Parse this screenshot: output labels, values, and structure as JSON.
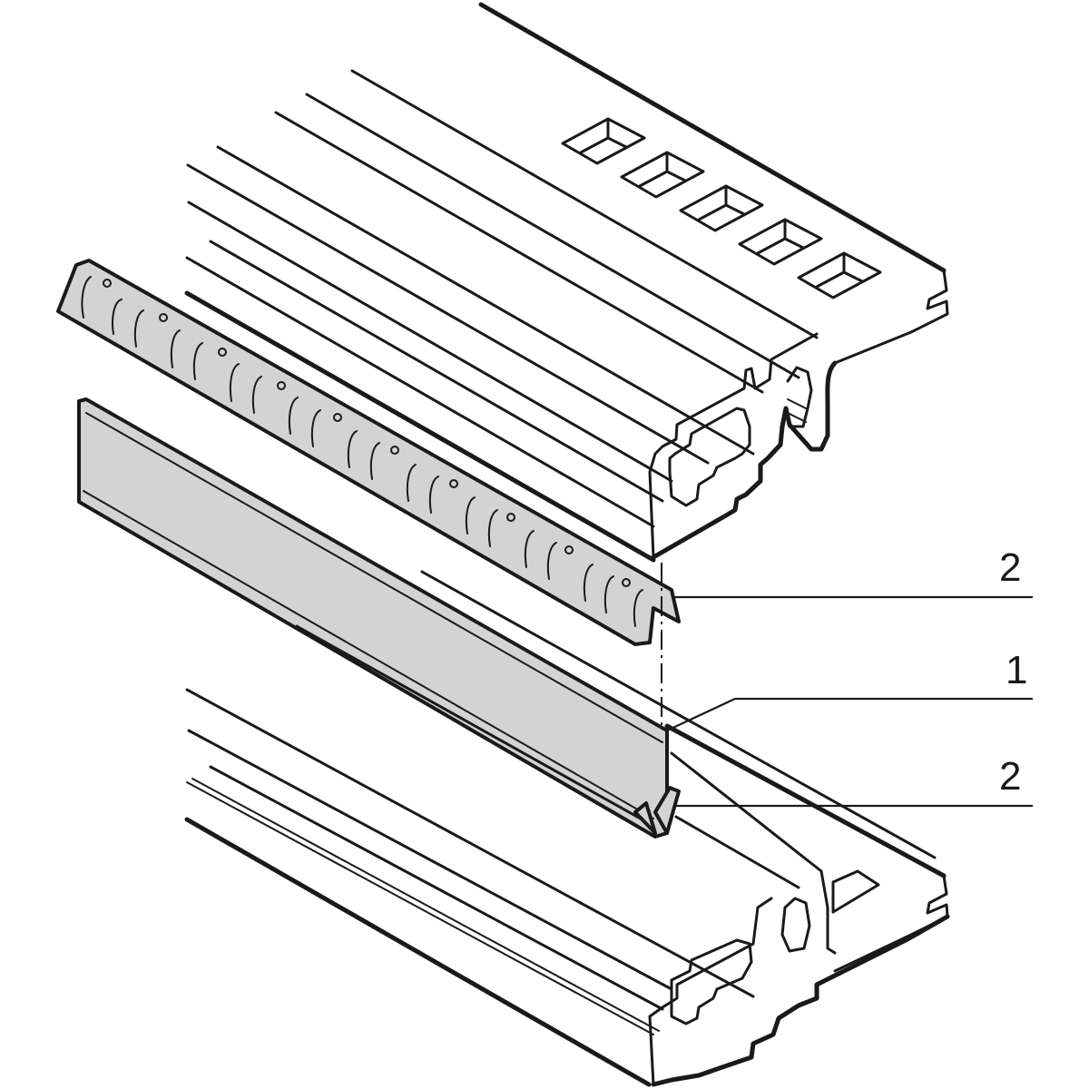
{
  "figure": {
    "type": "exploded-view technical drawing",
    "subject": "extruded profile rail with partition divider and clip strips",
    "colors": {
      "line": "#1a1a1a",
      "part_fill": "#d3d3d3",
      "background": "#ffffff"
    }
  },
  "callouts": [
    {
      "id": "callout-top-2",
      "label": "2",
      "part": "clip strip (upper)"
    },
    {
      "id": "callout-1",
      "label": "1",
      "part": "divider plate"
    },
    {
      "id": "callout-bottom-2",
      "label": "2",
      "part": "clip strip (lower, installed)"
    }
  ],
  "features": {
    "slot_count_top_rail": 5,
    "slot_count_bottom_rail_visible": 1
  }
}
